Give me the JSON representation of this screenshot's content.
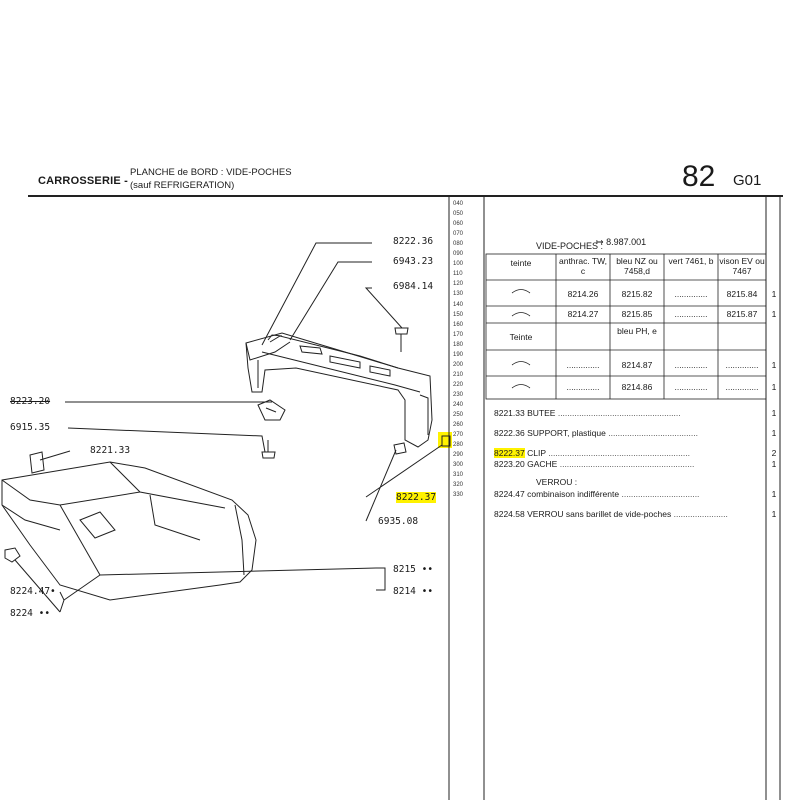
{
  "header": {
    "category": "CARROSSERIE -",
    "subtitle_line1": "PLANCHE de BORD : VIDE-POCHES",
    "subtitle_line2": "(sauf REFRIGERATION)",
    "group_number": "82",
    "group_code": "G01"
  },
  "diagram": {
    "callouts": [
      {
        "ref": "8222.36",
        "highlight": false,
        "strike": false
      },
      {
        "ref": "6943.23",
        "highlight": false,
        "strike": false
      },
      {
        "ref": "6984.14",
        "highlight": false,
        "strike": false
      },
      {
        "ref": "8223.20",
        "highlight": false,
        "strike": true
      },
      {
        "ref": "6915.35",
        "highlight": false,
        "strike": false
      },
      {
        "ref": "8221.33",
        "highlight": false,
        "strike": false
      },
      {
        "ref": "8222.37",
        "highlight": true,
        "strike": false
      },
      {
        "ref": "6935.08",
        "highlight": false,
        "strike": false
      },
      {
        "ref": "8215 ••",
        "highlight": false,
        "strike": false
      },
      {
        "ref": "8214 ••",
        "highlight": false,
        "strike": false
      },
      {
        "ref": "8224.47•",
        "highlight": false,
        "strike": false
      },
      {
        "ref": "8224 ••",
        "highlight": false,
        "strike": false
      }
    ],
    "line_numbers": [
      "040",
      "050",
      "060",
      "070",
      "080",
      "090",
      "100",
      "110",
      "120",
      "130",
      "140",
      "150",
      "160",
      "170",
      "180",
      "190",
      "200",
      "210",
      "220",
      "230",
      "240",
      "250",
      "260",
      "270",
      "280",
      "290",
      "300",
      "310",
      "320",
      "330"
    ]
  },
  "table": {
    "reference_arrow": "8.987.001",
    "section_title": "VIDE-POCHES :",
    "col_headers": [
      "teinte",
      "anthrac. TW, c",
      "bleu NZ ou 7458,d",
      "vert 7461, b",
      "vison EV ou 7467"
    ],
    "rows1": [
      {
        "cells": [
          "",
          "8214.26",
          "8215.82",
          "..............",
          "8215.84"
        ],
        "qty": "1"
      },
      {
        "cells": [
          "",
          "8214.27",
          "8215.85",
          "..............",
          "8215.87"
        ],
        "qty": "1"
      }
    ],
    "col_headers2": [
      "Teinte",
      "",
      "bleu PH, e",
      "",
      ""
    ],
    "rows2": [
      {
        "cells": [
          "",
          "..............",
          "8214.87",
          "..............",
          ".............."
        ],
        "qty": "1"
      },
      {
        "cells": [
          "",
          "..............",
          "8214.86",
          "..............",
          ".............."
        ],
        "qty": "1"
      }
    ],
    "parts": [
      {
        "ref": "8221.33",
        "label": "BUTEE",
        "qty": "1",
        "highlight": false
      },
      {
        "ref": "8222.36",
        "label": "SUPPORT, plastique",
        "qty": "1",
        "highlight": false
      },
      {
        "ref": "8222.37",
        "label": "CLIP",
        "qty": "2",
        "highlight": true
      },
      {
        "ref": "8223.20",
        "label": "GACHE",
        "qty": "1",
        "highlight": false
      },
      {
        "ref": "",
        "label": "VERROU :",
        "qty": "",
        "highlight": false
      },
      {
        "ref": "8224.47",
        "label": "combinaison indifférente",
        "qty": "1",
        "highlight": false
      },
      {
        "ref": "8224.58",
        "label": "VERROU sans barillet de vide-poches",
        "qty": "1",
        "highlight": false
      }
    ]
  }
}
